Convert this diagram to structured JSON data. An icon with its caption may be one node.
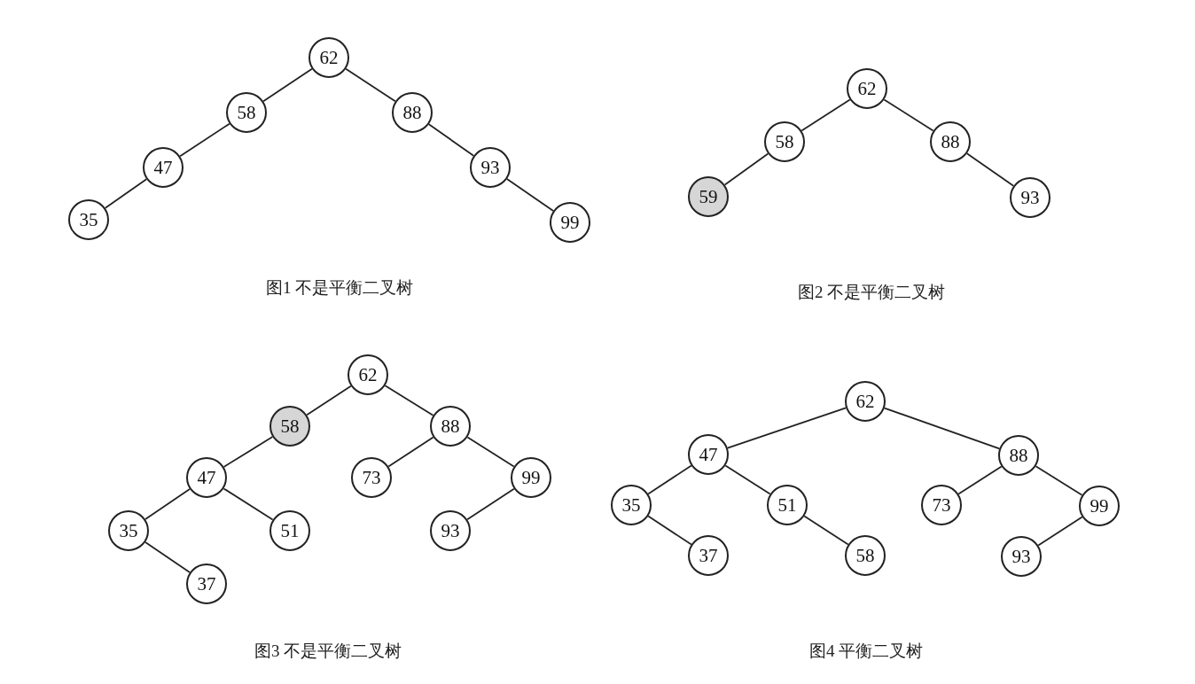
{
  "diagram": {
    "nodes": [
      {
        "text": [
          "62"
        ]
      },
      {
        "text": [
          "58"
        ]
      },
      {
        "text": [
          "88"
        ]
      },
      {
        "text": [
          "47"
        ]
      },
      {
        "text": [
          "93"
        ]
      },
      {
        "text": [
          "35"
        ]
      },
      {
        "text": [
          "99"
        ]
      },
      {
        "text": [
          "62"
        ]
      },
      {
        "text": [
          "58"
        ]
      },
      {
        "text": [
          "88"
        ]
      },
      {
        "text": [
          "59"
        ]
      },
      {
        "text": [
          "93"
        ]
      },
      {
        "text": [
          "62"
        ]
      },
      {
        "text": [
          "58"
        ]
      },
      {
        "text": [
          "88"
        ]
      },
      {
        "text": [
          "47"
        ]
      },
      {
        "text": [
          "73"
        ]
      },
      {
        "text": [
          "99"
        ]
      },
      {
        "text": [
          "35"
        ]
      },
      {
        "text": [
          "51"
        ]
      },
      {
        "text": [
          "93"
        ]
      },
      {
        "text": [
          "37"
        ]
      },
      {
        "text": [
          "62"
        ]
      },
      {
        "text": [
          "47"
        ]
      },
      {
        "text": [
          "88"
        ]
      },
      {
        "text": [
          "35"
        ]
      },
      {
        "text": [
          "51"
        ]
      },
      {
        "text": [
          "73"
        ]
      },
      {
        "text": [
          "99"
        ]
      },
      {
        "text": [
          "37"
        ]
      },
      {
        "text": [
          "58"
        ]
      },
      {
        "text": [
          "93"
        ]
      }
    ],
    "edges": [
      {
        "from": 0,
        "to": 1,
        "arrow": "none"
      },
      {
        "from": 0,
        "to": 2,
        "arrow": "none"
      },
      {
        "from": 1,
        "to": 3,
        "arrow": "none"
      },
      {
        "from": 3,
        "to": 5,
        "arrow": "none"
      },
      {
        "from": 2,
        "to": 4,
        "arrow": "none"
      },
      {
        "from": 4,
        "to": 6,
        "arrow": "none"
      },
      {
        "from": 7,
        "to": 8,
        "arrow": "none"
      },
      {
        "from": 7,
        "to": 9,
        "arrow": "none"
      },
      {
        "from": 8,
        "to": 10,
        "arrow": "none"
      },
      {
        "from": 9,
        "to": 11,
        "arrow": "none"
      },
      {
        "from": 12,
        "to": 13,
        "arrow": "none"
      },
      {
        "from": 12,
        "to": 14,
        "arrow": "none"
      },
      {
        "from": 13,
        "to": 15,
        "arrow": "none"
      },
      {
        "from": 15,
        "to": 18,
        "arrow": "none"
      },
      {
        "from": 15,
        "to": 19,
        "arrow": "none"
      },
      {
        "from": 18,
        "to": 21,
        "arrow": "none"
      },
      {
        "from": 14,
        "to": 16,
        "arrow": "none"
      },
      {
        "from": 14,
        "to": 17,
        "arrow": "none"
      },
      {
        "from": 17,
        "to": 20,
        "arrow": "none"
      },
      {
        "from": 22,
        "to": 23,
        "arrow": "none"
      },
      {
        "from": 22,
        "to": 24,
        "arrow": "none"
      },
      {
        "from": 23,
        "to": 25,
        "arrow": "none"
      },
      {
        "from": 23,
        "to": 26,
        "arrow": "none"
      },
      {
        "from": 25,
        "to": 29,
        "arrow": "none"
      },
      {
        "from": 26,
        "to": 30,
        "arrow": "none"
      },
      {
        "from": 24,
        "to": 27,
        "arrow": "none"
      },
      {
        "from": 24,
        "to": 28,
        "arrow": "none"
      },
      {
        "from": 28,
        "to": 31,
        "arrow": "none"
      }
    ],
    "labels": [
      "图1 不是平衡二叉树",
      "图2 不是平衡二叉树",
      "图3 不是平衡二叉树",
      "图4 平衡二叉树"
    ]
  }
}
